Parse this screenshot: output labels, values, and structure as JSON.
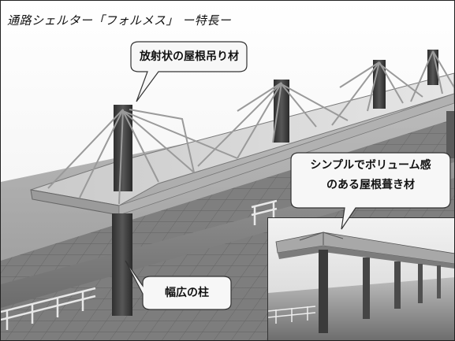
{
  "title": "通路シェルター「フォルメス」 ー特長ー",
  "callouts": {
    "radial_cables": "放射状の屋根吊り材",
    "roof_material_line1": "シンプルでボリューム感",
    "roof_material_line2": "のある屋根葺き材",
    "wide_column": "幅広の柱"
  }
}
